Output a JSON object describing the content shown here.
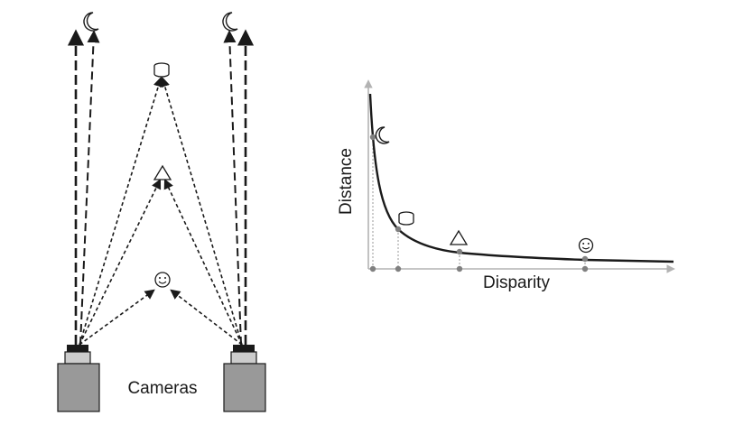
{
  "cameras": {
    "label": "Cameras"
  },
  "graph": {
    "xlabel": "Disparity",
    "ylabel": "Distance"
  },
  "objects": [
    {
      "name": "moon",
      "icon": "crescent-moon-icon"
    },
    {
      "name": "cylinder",
      "icon": "cylinder-icon"
    },
    {
      "name": "triangle",
      "icon": "triangle-icon"
    },
    {
      "name": "smiley",
      "icon": "smiley-face-icon"
    }
  ],
  "colors": {
    "line": "#1a1a1a",
    "axis": "#b3b3b3",
    "marker": "#808080",
    "camera_body": "#999999",
    "camera_lens": "#cccccc"
  }
}
